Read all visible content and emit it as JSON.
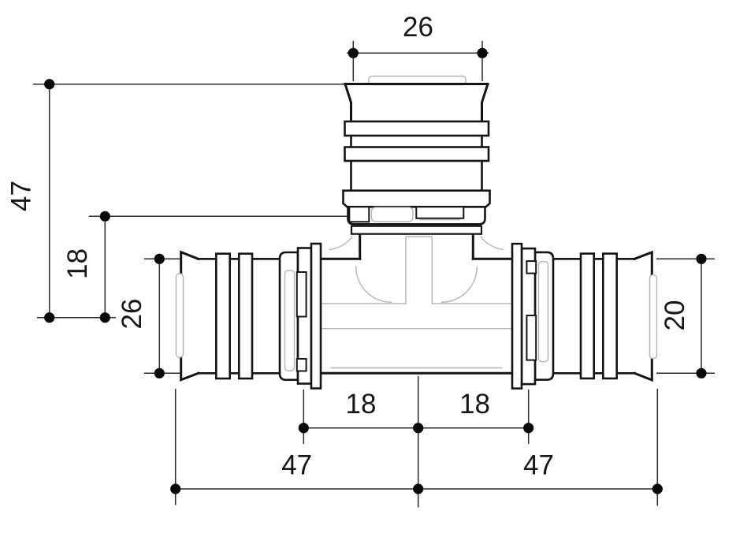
{
  "diagram": {
    "labels": {
      "top_od": "26",
      "left_total_height": "47",
      "left_upper_height": "18",
      "left_pipe_od": "26",
      "right_pipe_od": "20",
      "bottom_left_offset": "18",
      "bottom_right_offset": "18",
      "bottom_left_length": "47",
      "bottom_right_length": "47"
    },
    "colors": {
      "outline": "#141414",
      "dimension_line": "#2b2b2b",
      "marker_dot": "#0a0a0a",
      "construction_line": "#b5b5b5",
      "background": "#ffffff"
    }
  }
}
